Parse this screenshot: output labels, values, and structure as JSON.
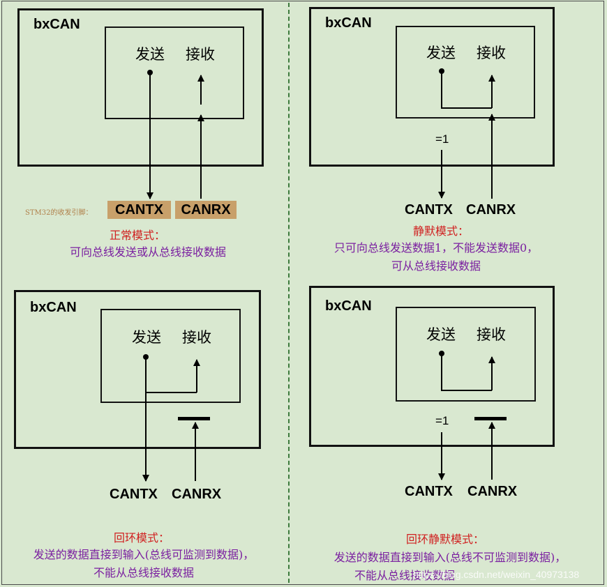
{
  "block_label": "bxCAN",
  "tx_label": "发送",
  "rx_label": "接收",
  "cantx": "CANTX",
  "canrx": "CANRX",
  "eq_one": "=1",
  "pin_note": "STM32的收发引脚：",
  "modes": {
    "normal": {
      "title": "正常模式：",
      "lines": [
        "可向总线发送或从总线接收数据"
      ]
    },
    "silent": {
      "title": "静默模式：",
      "lines": [
        "只可向总线发送数据1，不能发送数据0，",
        "可从总线接收数据"
      ]
    },
    "loopback": {
      "title": "回环模式：",
      "lines": [
        "发送的数据直接到输入(总线可监测到数据)，",
        "不能从总线接收数据"
      ]
    },
    "loopback_silent": {
      "title": "回环静默模式：",
      "lines": [
        "发送的数据直接到输入(总线不可监测到数据)，",
        "不能从总线接收数据"
      ]
    }
  },
  "watermark": "https://blog.csdn.net/weixin_40973138",
  "colors": {
    "background": "#d9e8d0",
    "mode_title": "#d02020",
    "mode_desc": "#7a1fa0",
    "pin_highlight": "#c8a06a",
    "divider": "#3d7a3d"
  }
}
